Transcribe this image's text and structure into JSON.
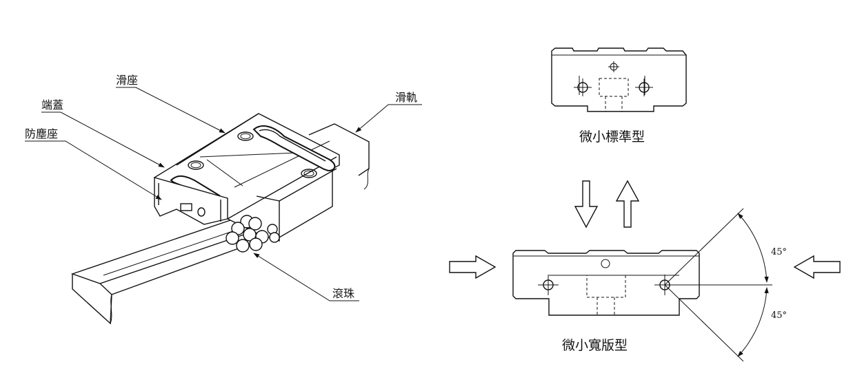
{
  "labels": {
    "slider": "滑座",
    "end_cap": "端蓋",
    "dust_seal": "防塵座",
    "rail": "滑軌",
    "balls": "滾珠"
  },
  "captions": {
    "standard": "微小標準型",
    "wide": "微小寬版型"
  },
  "angles": {
    "upper": "45°",
    "lower": "45°"
  }
}
